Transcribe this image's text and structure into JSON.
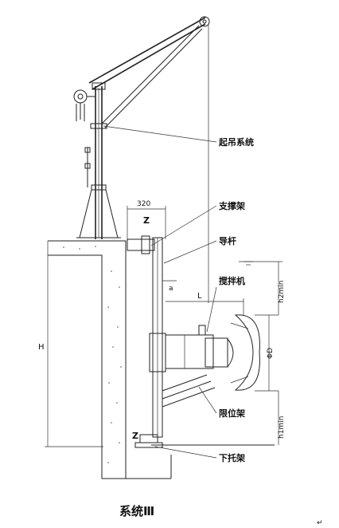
{
  "labels": {
    "hoist_system": "起吊系统",
    "support_frame": "支撑架",
    "guide_rod": "导杆",
    "mixer": "搅拌机",
    "limit_frame": "限位架",
    "lower_bracket": "下托架"
  },
  "dimensions": {
    "width_320": "320",
    "z_top": "Z",
    "z_bottom": "Z",
    "H": "H",
    "L": "L",
    "a": "a",
    "D": "ΦD",
    "h1": "h1min",
    "h2": "h2min"
  },
  "caption": "系统Ⅲ",
  "corner_mark": "↵"
}
